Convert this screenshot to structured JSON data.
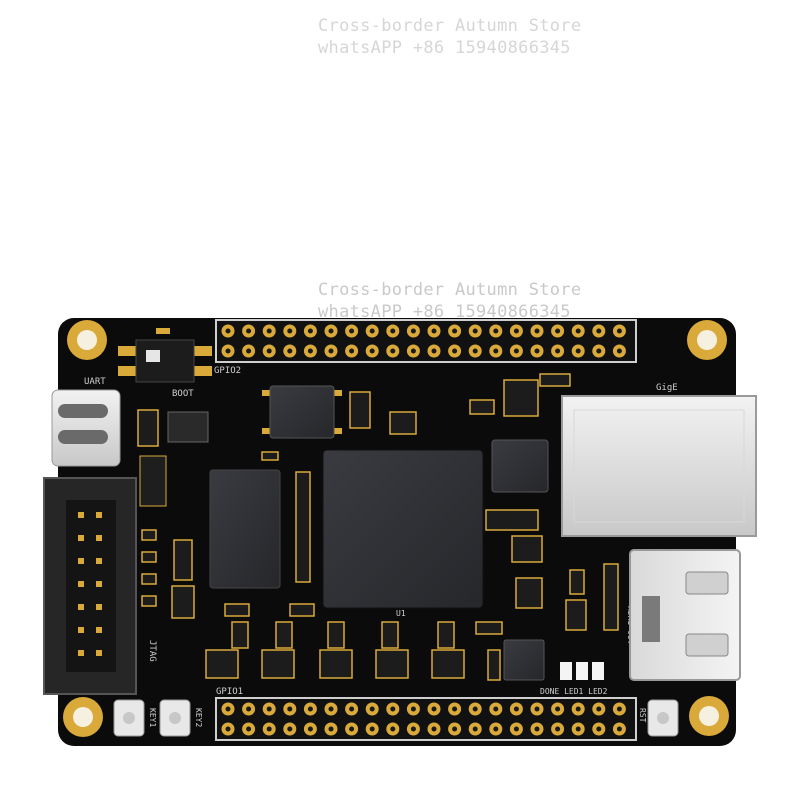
{
  "watermark": {
    "store": "Cross-border Autumn Store",
    "contact": "whatsAPP +86 15940866345"
  },
  "board": {
    "silkscreen": {
      "uart": "UART",
      "boot": "BOOT",
      "gpio2": "GPIO2",
      "gige": "GigE",
      "jtag": "JTAG",
      "key1": "KEY1",
      "key2": "KEY2",
      "gpio1": "GPIO1",
      "done_led2": "DONE LED1 LED2",
      "rst": "RST",
      "hdmi_out": "HDMI OUT",
      "u1": "U1"
    },
    "colors": {
      "pcb": "#0b0b0b",
      "gold": "#d9a93a",
      "chip": "#2e2f33"
    }
  }
}
